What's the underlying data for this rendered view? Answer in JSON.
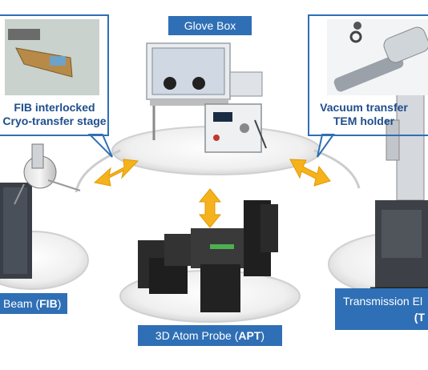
{
  "nodes": {
    "glove_box": {
      "label": "Glove Box"
    },
    "fib": {
      "label_prefix": "Beam (",
      "label_bold": "FIB",
      "label_suffix": ")"
    },
    "apt": {
      "label_prefix": "3D Atom Probe (",
      "label_bold": "APT",
      "label_suffix": ")"
    },
    "tem": {
      "label_line1": "Transmission El",
      "label_line2_bold": "(T"
    }
  },
  "callouts": {
    "fib_stage": {
      "line1": "FIB interlocked",
      "line2": "Cryo-transfer stage"
    },
    "tem_holder": {
      "line1": "Vacuum transfer",
      "line2": "TEM holder"
    }
  },
  "colors": {
    "label_bg": "#2f6fb5",
    "callout_border": "#2f6fb5",
    "callout_text": "#1f4e8c",
    "arrow": "#f6b21c",
    "platform": "#e6e6e6"
  },
  "icons": [
    "double-arrow-icon"
  ]
}
